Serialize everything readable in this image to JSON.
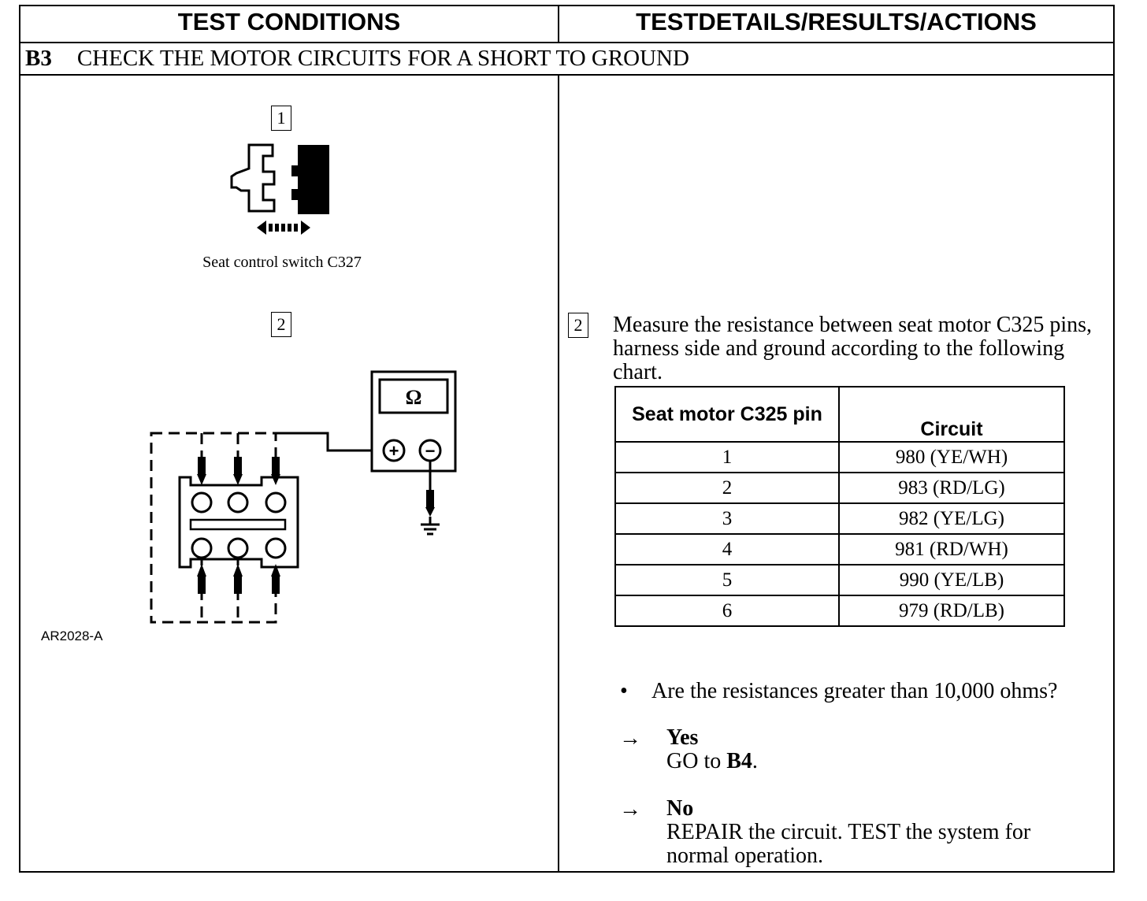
{
  "header": {
    "left": "TEST CONDITIONS",
    "right": "TESTDETAILS/RESULTS/ACTIONS"
  },
  "section": {
    "id": "B3",
    "title": "CHECK THE MOTOR CIRCUITS FOR A SHORT TO GROUND"
  },
  "figure": {
    "step1_num": "1",
    "step1_caption": "Seat control switch C327",
    "step2_num": "2",
    "meter_symbol": "Ω",
    "plus": "+",
    "minus": "−",
    "code": "AR2028-A"
  },
  "details": {
    "step_num": "2",
    "instruction": "Measure the resistance between seat motor C325 pins, harness side and ground according to the following chart.",
    "table": {
      "col1_header": "Seat motor C325 pin",
      "col2_header": "Circuit",
      "rows": [
        {
          "pin": "1",
          "circuit": "980 (YE/WH)"
        },
        {
          "pin": "2",
          "circuit": "983 (RD/LG)"
        },
        {
          "pin": "3",
          "circuit": "982 (YE/LG)"
        },
        {
          "pin": "4",
          "circuit": "981 (RD/WH)"
        },
        {
          "pin": "5",
          "circuit": "990 (YE/LB)"
        },
        {
          "pin": "6",
          "circuit": "979 (RD/LB)"
        }
      ]
    },
    "bullet": "•",
    "question": "Are the resistances greater than 10,000 ohms?",
    "arrow": "→",
    "yes_label": "Yes",
    "yes_action_prefix": "GO to ",
    "yes_action_target": "B4",
    "yes_action_suffix": ".",
    "no_label": "No",
    "no_action": "REPAIR the circuit. TEST the system for normal operation."
  }
}
